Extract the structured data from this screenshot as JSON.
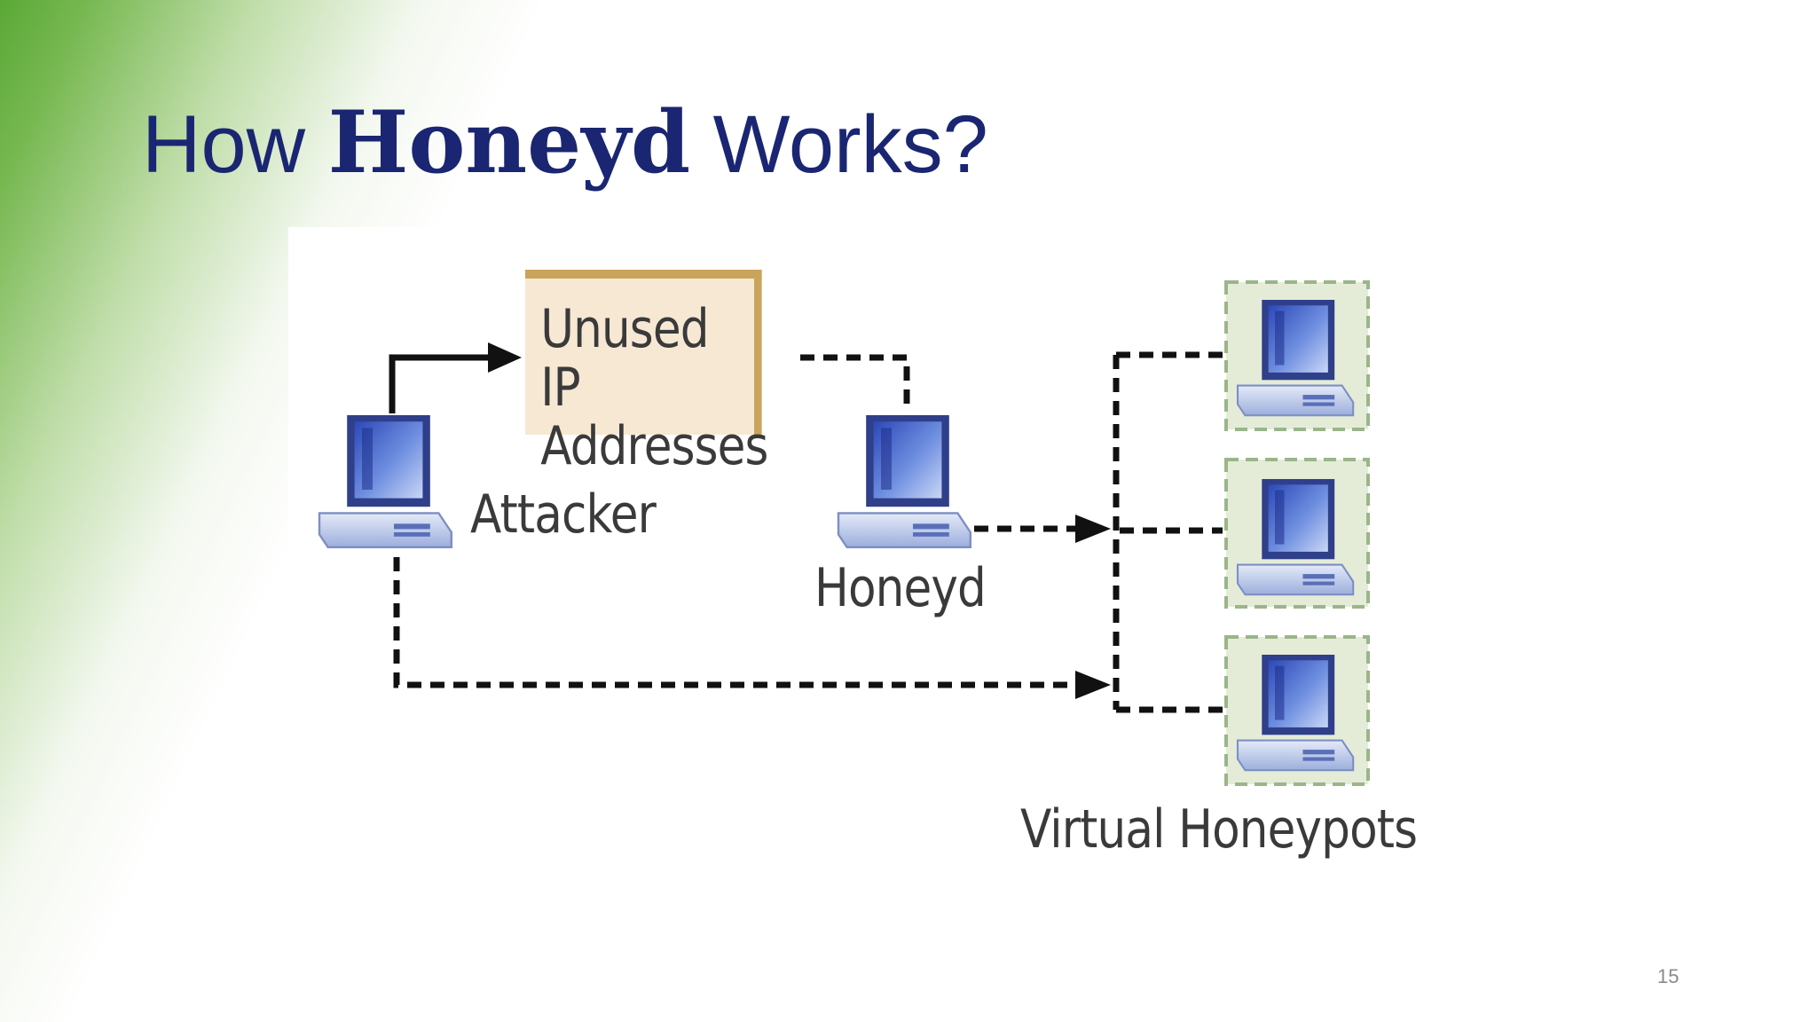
{
  "slide": {
    "title_prefix": "How ",
    "title_emphasis": "Honeyd",
    "title_suffix": " Works?",
    "page_number": "15"
  },
  "diagram": {
    "unused_ip_line1": "Unused IP",
    "unused_ip_line2": "Addresses",
    "attacker_label": "Attacker",
    "honeyd_label": "Honeyd",
    "virtual_honeypots_label": "Virtual Honeypots"
  },
  "colors": {
    "title": "#1a2672",
    "green_accent": "#5aa836",
    "label_box_fill": "#f7e8d4",
    "label_box_border": "#caa45b",
    "honeypot_box_fill": "#e4ecd8",
    "computer_blue": "#4a66c4"
  }
}
